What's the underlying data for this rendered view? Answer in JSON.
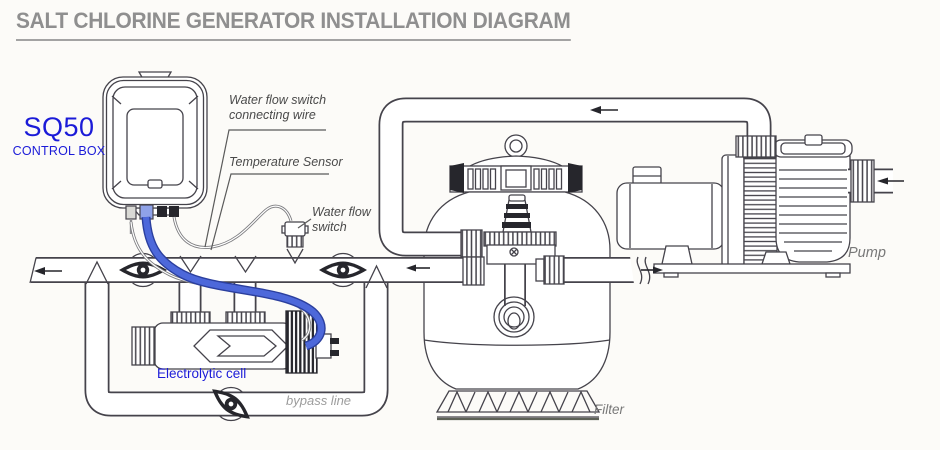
{
  "title": "SALT CHLORINE GENERATOR INSTALLATION DIAGRAM",
  "control_box": {
    "model": "SQ50",
    "name": "CONTROL BOX"
  },
  "annotations": {
    "flow_switch_wire": [
      "Water flow switch",
      "connecting wire"
    ],
    "temperature_sensor": "Temperature Sensor",
    "water_flow_switch": [
      "Water flow",
      "switch"
    ],
    "electrolytic_cell": "Electrolytic cell",
    "bypass_line": "bypass line",
    "filter": "Filter",
    "pump": "Pump"
  },
  "colors": {
    "accent_blue": "#1b1bd8",
    "cable_blue": "#4d68da",
    "title_gray": "#8f8f8f",
    "annotation_dark": "#4a4a4a",
    "annotation_light": "#9c9c9c",
    "line_color": "#45434b",
    "paper": "#fcfbf8"
  }
}
